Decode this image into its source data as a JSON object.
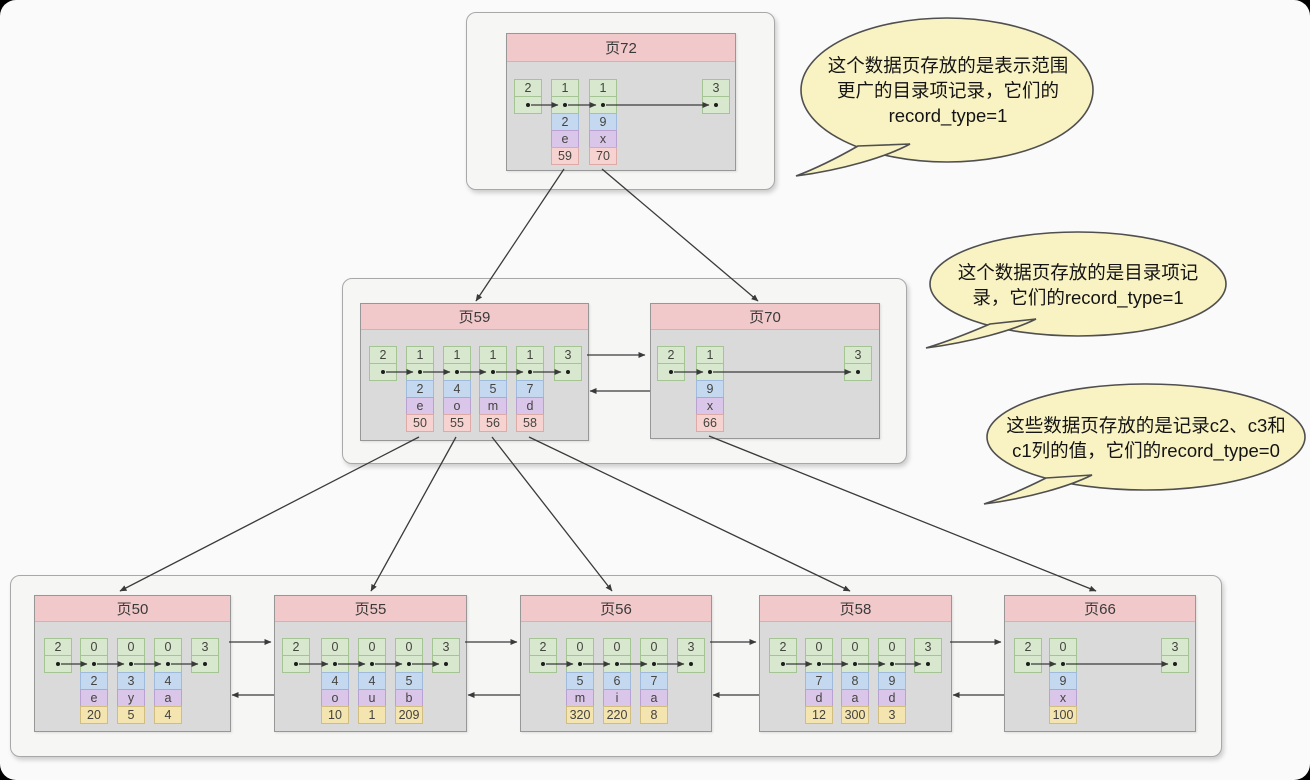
{
  "bubbles": [
    {
      "lines": [
        "这个数据页存放的是表示范围",
        "更广的目录项记录，它们的",
        "record_type=1"
      ]
    },
    {
      "lines": [
        "这个数据页存放的是目录项记",
        "录，它们的record_type=1"
      ]
    },
    {
      "lines": [
        "这些数据页存放的是记录c2、c3和",
        "c1列的值，它们的record_type=0"
      ]
    }
  ],
  "pages": [
    {
      "id": "p72",
      "title": "页72",
      "records": [
        {
          "head": "2",
          "kind": "infimum"
        },
        {
          "head": "1",
          "c2": "2",
          "c3": "e",
          "val": "59",
          "valKind": "page"
        },
        {
          "head": "1",
          "c2": "9",
          "c3": "x",
          "val": "70",
          "valKind": "page"
        },
        {
          "head": "3",
          "kind": "supremum"
        }
      ]
    },
    {
      "id": "p59",
      "title": "页59",
      "records": [
        {
          "head": "2",
          "kind": "infimum"
        },
        {
          "head": "1",
          "c2": "2",
          "c3": "e",
          "val": "50",
          "valKind": "page"
        },
        {
          "head": "1",
          "c2": "4",
          "c3": "o",
          "val": "55",
          "valKind": "page"
        },
        {
          "head": "1",
          "c2": "5",
          "c3": "m",
          "val": "56",
          "valKind": "page"
        },
        {
          "head": "1",
          "c2": "7",
          "c3": "d",
          "val": "58",
          "valKind": "page"
        },
        {
          "head": "3",
          "kind": "supremum"
        }
      ]
    },
    {
      "id": "p70",
      "title": "页70",
      "records": [
        {
          "head": "2",
          "kind": "infimum"
        },
        {
          "head": "1",
          "c2": "9",
          "c3": "x",
          "val": "66",
          "valKind": "page"
        },
        {
          "head": "3",
          "kind": "supremum"
        }
      ]
    },
    {
      "id": "p50",
      "title": "页50",
      "records": [
        {
          "head": "2",
          "kind": "infimum"
        },
        {
          "head": "0",
          "c2": "2",
          "c3": "e",
          "val": "20",
          "valKind": "pk"
        },
        {
          "head": "0",
          "c2": "3",
          "c3": "y",
          "val": "5",
          "valKind": "pk"
        },
        {
          "head": "0",
          "c2": "4",
          "c3": "a",
          "val": "4",
          "valKind": "pk"
        },
        {
          "head": "3",
          "kind": "supremum"
        }
      ]
    },
    {
      "id": "p55",
      "title": "页55",
      "records": [
        {
          "head": "2",
          "kind": "infimum"
        },
        {
          "head": "0",
          "c2": "4",
          "c3": "o",
          "val": "10",
          "valKind": "pk"
        },
        {
          "head": "0",
          "c2": "4",
          "c3": "u",
          "val": "1",
          "valKind": "pk"
        },
        {
          "head": "0",
          "c2": "5",
          "c3": "b",
          "val": "209",
          "valKind": "pk"
        },
        {
          "head": "3",
          "kind": "supremum"
        }
      ]
    },
    {
      "id": "p56",
      "title": "页56",
      "records": [
        {
          "head": "2",
          "kind": "infimum"
        },
        {
          "head": "0",
          "c2": "5",
          "c3": "m",
          "val": "320",
          "valKind": "pk"
        },
        {
          "head": "0",
          "c2": "6",
          "c3": "i",
          "val": "220",
          "valKind": "pk"
        },
        {
          "head": "0",
          "c2": "7",
          "c3": "a",
          "val": "8",
          "valKind": "pk"
        },
        {
          "head": "3",
          "kind": "supremum"
        }
      ]
    },
    {
      "id": "p58",
      "title": "页58",
      "records": [
        {
          "head": "2",
          "kind": "infimum"
        },
        {
          "head": "0",
          "c2": "7",
          "c3": "d",
          "val": "12",
          "valKind": "pk"
        },
        {
          "head": "0",
          "c2": "8",
          "c3": "a",
          "val": "300",
          "valKind": "pk"
        },
        {
          "head": "0",
          "c2": "9",
          "c3": "d",
          "val": "3",
          "valKind": "pk"
        },
        {
          "head": "3",
          "kind": "supremum"
        }
      ]
    },
    {
      "id": "p66",
      "title": "页66",
      "records": [
        {
          "head": "2",
          "kind": "infimum"
        },
        {
          "head": "0",
          "c2": "9",
          "c3": "x",
          "val": "100",
          "valKind": "pk"
        },
        {
          "head": "3",
          "kind": "supremum"
        }
      ]
    }
  ],
  "colors": {
    "page_header": "#f2c9ca",
    "record_type_green": "#d8e8ce",
    "c2_blue": "#c4d9f0",
    "c3_purple": "#d9c6e9",
    "page_no_pink": "#f6d3d1",
    "pk_yellow": "#f3e4b0",
    "bubble_yellow": "#f9f3c3",
    "page_body_gray": "#dadada",
    "container_bg": "#f6f6f5",
    "arrow": "#3a3a3a"
  }
}
